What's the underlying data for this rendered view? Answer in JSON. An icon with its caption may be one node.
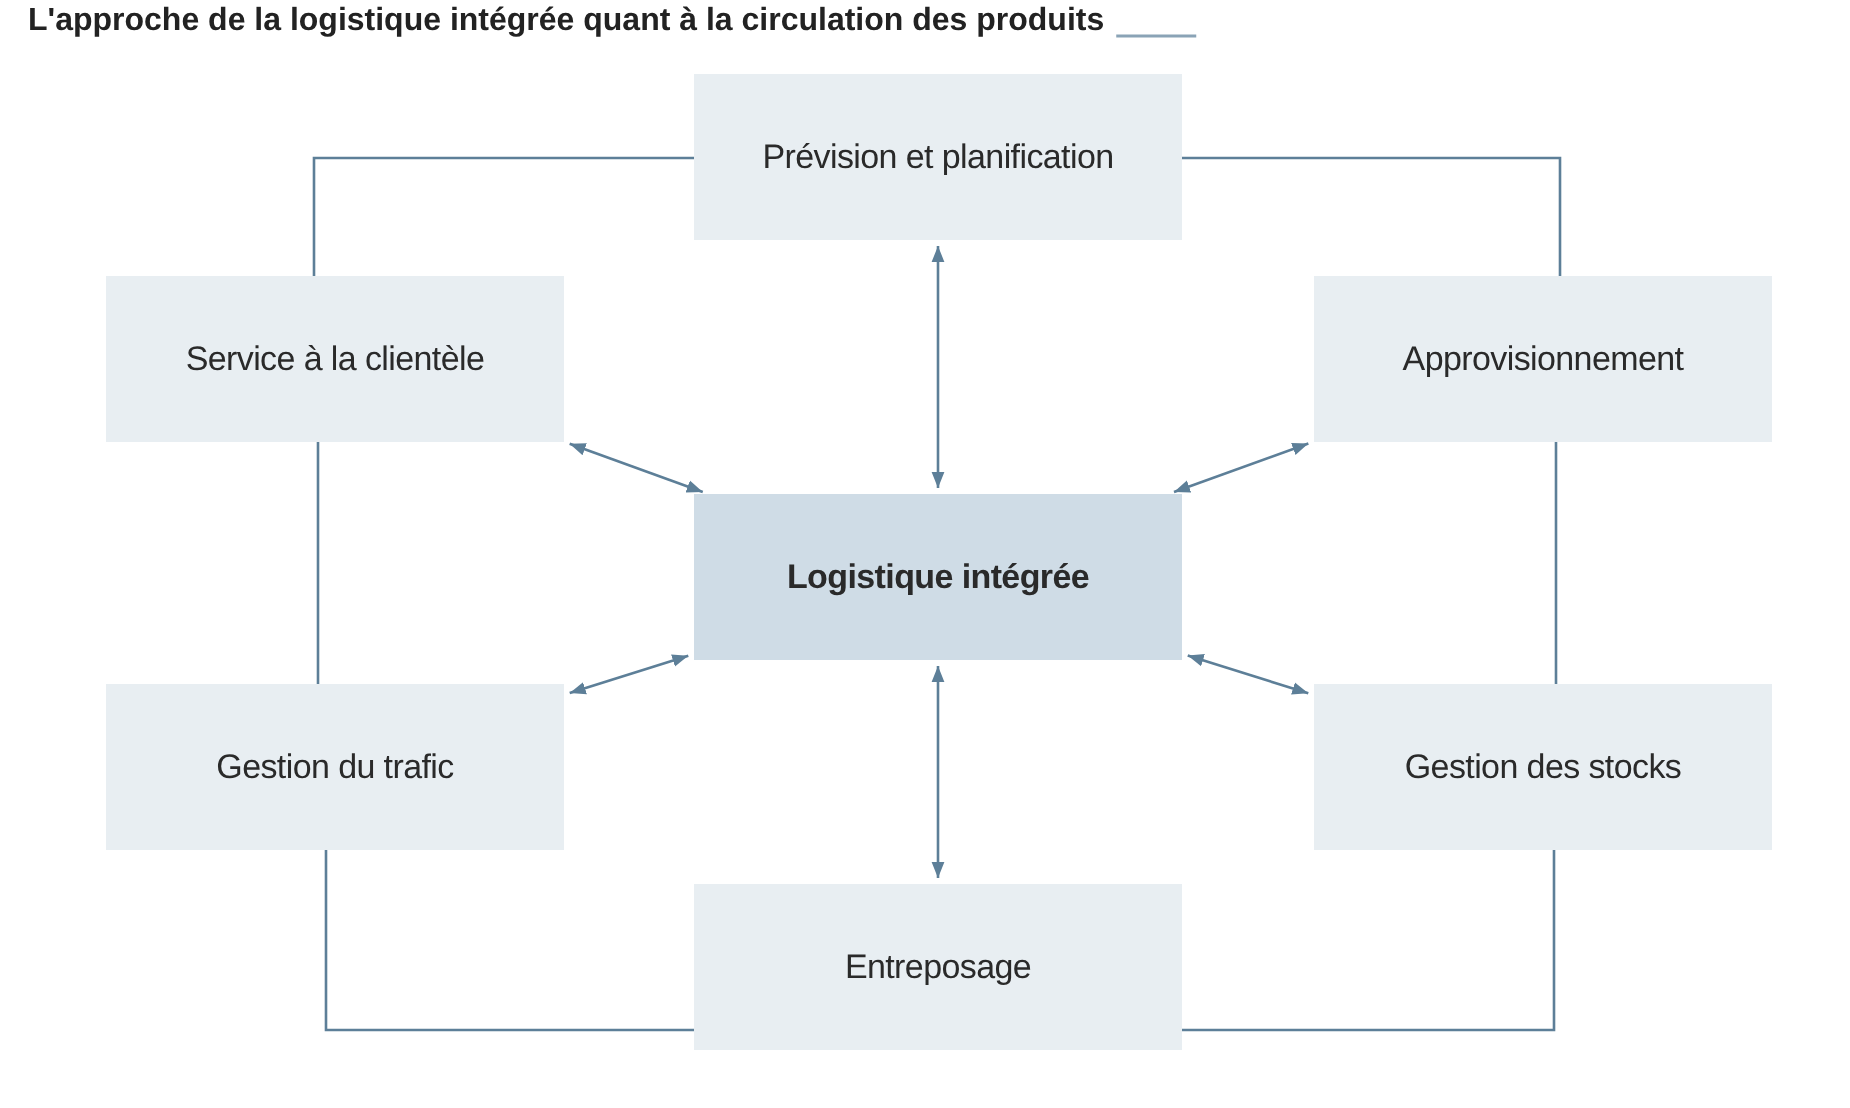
{
  "diagram": {
    "title": "L'approche de la logistique intégrée quant à la circulation des produits",
    "nodes": [
      {
        "text": [
          "Prévision et planification"
        ]
      },
      {
        "text": [
          "Service à la clientèle"
        ]
      },
      {
        "text": [
          "Approvisionnement"
        ]
      },
      {
        "text": [
          "Logistique intégrée"
        ]
      },
      {
        "text": [
          "Gestion du trafic"
        ]
      },
      {
        "text": [
          "Gestion des stocks"
        ]
      },
      {
        "text": [
          "Entreposage"
        ]
      }
    ],
    "edges": [
      {
        "from": 3,
        "to": 0,
        "arrow": "both"
      },
      {
        "from": 3,
        "to": 1,
        "arrow": "both"
      },
      {
        "from": 3,
        "to": 2,
        "arrow": "both"
      },
      {
        "from": 3,
        "to": 4,
        "arrow": "both"
      },
      {
        "from": 3,
        "to": 5,
        "arrow": "both"
      },
      {
        "from": 3,
        "to": 6,
        "arrow": "both"
      },
      {
        "from": 0,
        "to": 1,
        "arrow": "none"
      },
      {
        "from": 0,
        "to": 2,
        "arrow": "none"
      },
      {
        "from": 1,
        "to": 4,
        "arrow": "none"
      },
      {
        "from": 2,
        "to": 5,
        "arrow": "none"
      },
      {
        "from": 4,
        "to": 6,
        "arrow": "none"
      },
      {
        "from": 5,
        "to": 6,
        "arrow": "none"
      }
    ]
  }
}
